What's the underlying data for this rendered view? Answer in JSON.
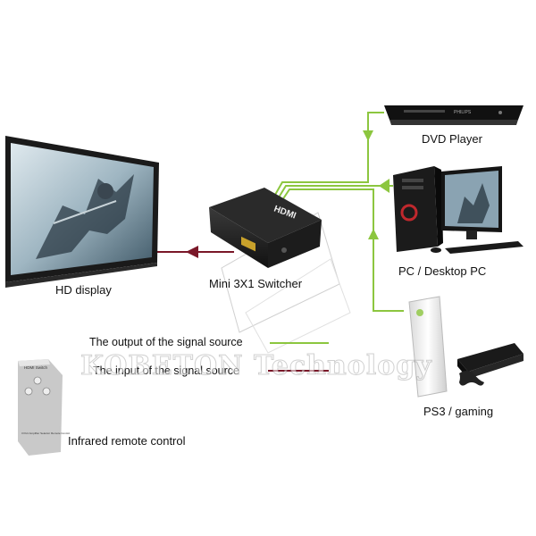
{
  "colors": {
    "output_line": "#8cc63f",
    "input_line": "#7a1728"
  },
  "labels": {
    "hd_display": "HD display",
    "switcher": "Mini 3X1 Switcher",
    "dvd_player": "DVD Player",
    "pc": "PC / Desktop PC",
    "ps3": "PS3 / gaming",
    "remote": "Infrared remote control"
  },
  "legend": {
    "output": "The output of the signal source",
    "input": "The input of the signal source"
  },
  "device_text": {
    "switch_logo": "HDMI",
    "remote_title": "HDMI Switch",
    "remote_caption": "3 Port Amplifier Selector Remote Control",
    "dvd_brand": "PHILIPS"
  },
  "watermark": "KOBETON Technology"
}
